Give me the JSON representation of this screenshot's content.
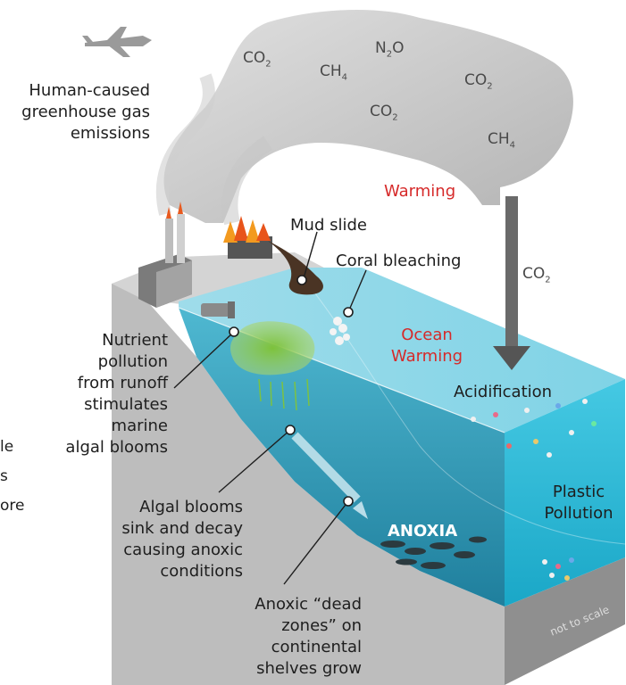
{
  "labels": {
    "emissions": [
      "Human-caused",
      "greenhouse gas",
      "emissions"
    ],
    "warming": "Warming",
    "mud_slide": "Mud slide",
    "coral_bleaching": "Coral bleaching",
    "ocean_warming": [
      "Ocean",
      "Warming"
    ],
    "nutrient": [
      "Nutrient",
      "pollution",
      "from runoff",
      "stimulates",
      "marine",
      "algal blooms"
    ],
    "acidification": "Acidification",
    "algal_sink": [
      "Algal blooms",
      "sink and decay",
      "causing anoxic",
      "conditions"
    ],
    "anoxia": "ANOXIA",
    "plastic": [
      "Plastic",
      "Pollution"
    ],
    "dead_zones": [
      "Anoxic “dead",
      "zones” on",
      "continental",
      "shelves grow"
    ],
    "not_to_scale": "not to scale",
    "cut_text": [
      "le",
      "s",
      "ore"
    ]
  },
  "gases": [
    {
      "base": "CO",
      "sub": "2"
    },
    {
      "base": "CH",
      "sub": "4"
    },
    {
      "base": "N",
      "sub": "2",
      "tail": "O"
    },
    {
      "base": "CO",
      "sub": "2"
    },
    {
      "base": "CO",
      "sub": "2"
    },
    {
      "base": "CH",
      "sub": "4"
    },
    {
      "base": "CO",
      "sub": "2"
    }
  ],
  "colors": {
    "ocean_light": "#7fd3e6",
    "ocean_deep": "#2aa7c6",
    "shelf_water": "#3a8fa8",
    "land": "#c9c9c9",
    "land_side": "#9e9e9e",
    "smoke": "#b5b5b5",
    "arrow": "#5e5e5e",
    "algae": "#7cc242",
    "warming_red": "#d62a2a"
  }
}
